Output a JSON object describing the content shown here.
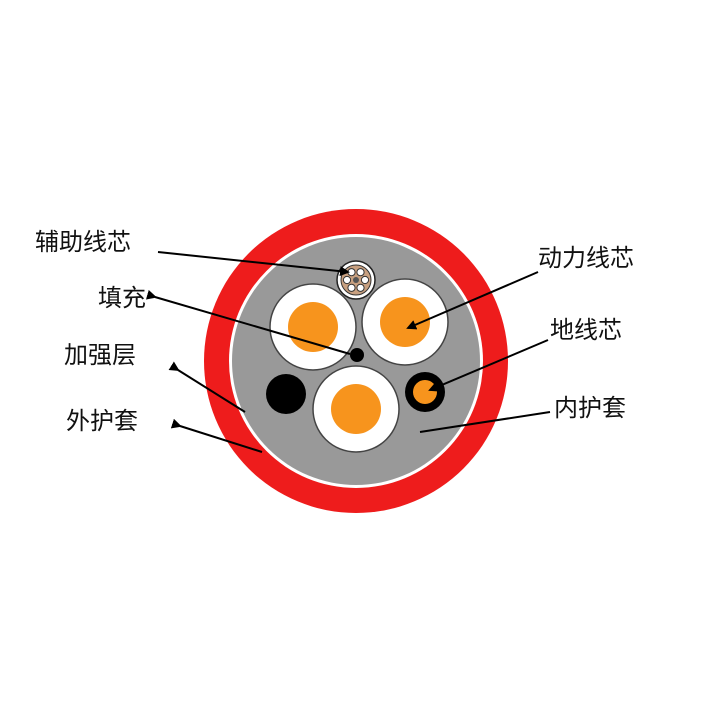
{
  "labels": {
    "auxiliary_core": "辅助线芯",
    "filler": "填充",
    "reinforcement_layer": "加强层",
    "outer_sheath": "外护套",
    "power_core": "动力线芯",
    "ground_core": "地线芯",
    "inner_sheath": "内护套"
  },
  "colors": {
    "outer_sheath": "#ee1c1c",
    "reinforcement": "#ffffff",
    "inner_sheath": "#999999",
    "conductor": "#f7941d",
    "insulation": "#ffffff",
    "filler": "#000000",
    "arrow": "#000000",
    "auxiliary_bundle": "#c8a080"
  },
  "counts": {
    "power_cores": 3,
    "auxiliary_strands": 6
  }
}
